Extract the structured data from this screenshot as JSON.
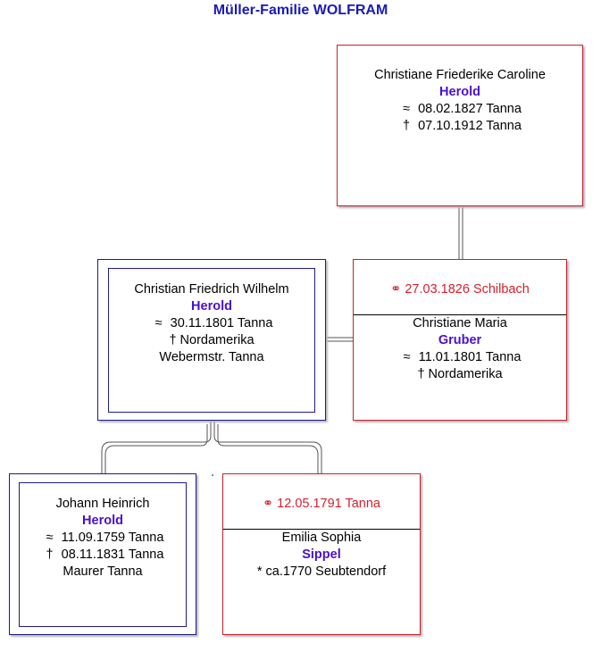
{
  "title": "Müller-Familie WOLFRAM",
  "symbols": {
    "baptism": "≈",
    "death": "†",
    "birth": "*",
    "marriage": "⚭"
  },
  "top_person": {
    "given": "Christiane Friederike Caroline",
    "surname": "Herold",
    "baptism": "08.02.1827 Tanna",
    "death": "07.10.1912 Tanna"
  },
  "father": {
    "given": "Christian Friedrich Wilhelm",
    "surname": "Herold",
    "baptism": "30.11.1801 Tanna",
    "death": "Nordamerika",
    "occupation": "Webermstr. Tanna"
  },
  "mother": {
    "marriage": "27.03.1826 Schilbach",
    "given": "Christiane Maria",
    "surname": "Gruber",
    "baptism": "11.01.1801 Tanna",
    "death": "Nordamerika"
  },
  "grandfather": {
    "given": "Johann Heinrich",
    "surname": "Herold",
    "baptism": "11.09.1759 Tanna",
    "death": "08.11.1831 Tanna",
    "occupation": "Maurer Tanna"
  },
  "grandmother": {
    "marriage": "12.05.1791 Tanna",
    "given": "Emilia Sophia",
    "surname": "Sippel",
    "birth": "ca.1770 Seubtendorf"
  },
  "colors": {
    "title": "#1a1ab8",
    "surname": "#4b0fd0",
    "marriage": "#d8202a",
    "female_border": "#c8202a",
    "male_border": "#1c1c8c"
  }
}
